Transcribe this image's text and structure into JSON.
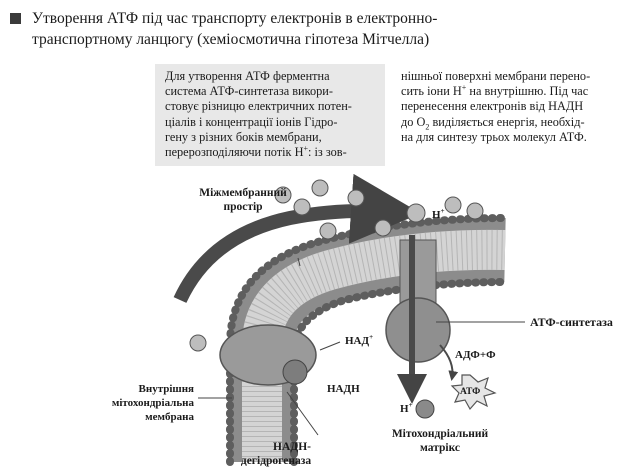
{
  "heading": {
    "line1": "Утворення АТФ під час транспорту електронів в електронно-",
    "line2": "транспортному ланцюгу (хеміосмотична гіпотеза Мітчелла)"
  },
  "body_text": {
    "col1_lines": [
      "Для утворення АТФ ферментна",
      "система АТФ-синтетаза викори-",
      "стовує різницю електричних потен-",
      "ціалів і концентрації іонів Гідро-",
      "гену з різних боків мембрани,"
    ],
    "col1_last_prefix": "перерозподіляючи потік Н",
    "col1_last_sup": "+",
    "col1_last_suffix": ": із зов-",
    "col2_line1": "нішньої поверхні мембрани перено-",
    "col2_line2_prefix": "сить іони Н",
    "col2_line2_sup": "+",
    "col2_line2_suffix": " на внутрішню. Під час",
    "col2_line3": "перенесення електронів від НАДН",
    "col2_line4_prefix": "до О",
    "col2_line4_sub": "2",
    "col2_line4_suffix": " виділяється енергія, необхід-",
    "col2_line5": "на для синтезу трьох молекул АТФ."
  },
  "diagram": {
    "intermembrane_line1": "Міжмембранний",
    "intermembrane_line2": "простір",
    "h_plus_top": "Н",
    "h_plus_top_sup": "+",
    "nad_plus": "НАД",
    "nad_plus_sup": "+",
    "nadh": "НАДН",
    "atp_synthase": "АТФ-синтетаза",
    "adp_f": "АДФ+Ф",
    "atp": "АТФ",
    "h_plus_bottom": "Н",
    "h_plus_bottom_sup": "+",
    "inner_membrane_line1": "Внутрішня",
    "inner_membrane_line2": "мітохондріальна",
    "inner_membrane_line3": "мембрана",
    "matrix_line1": "Мітохондріальний",
    "matrix_line2": "матрікс",
    "nadh_dehydrogenase_line1": "НАДН-",
    "nadh_dehydrogenase_line2": "дегідрогеназа"
  },
  "colors": {
    "membrane_head": "#8c8c8c",
    "membrane_core": "#cfcfcf",
    "enzyme": "#9a9a9a",
    "arrow": "#4a4a4a",
    "text_box": "#e8e8e8"
  }
}
